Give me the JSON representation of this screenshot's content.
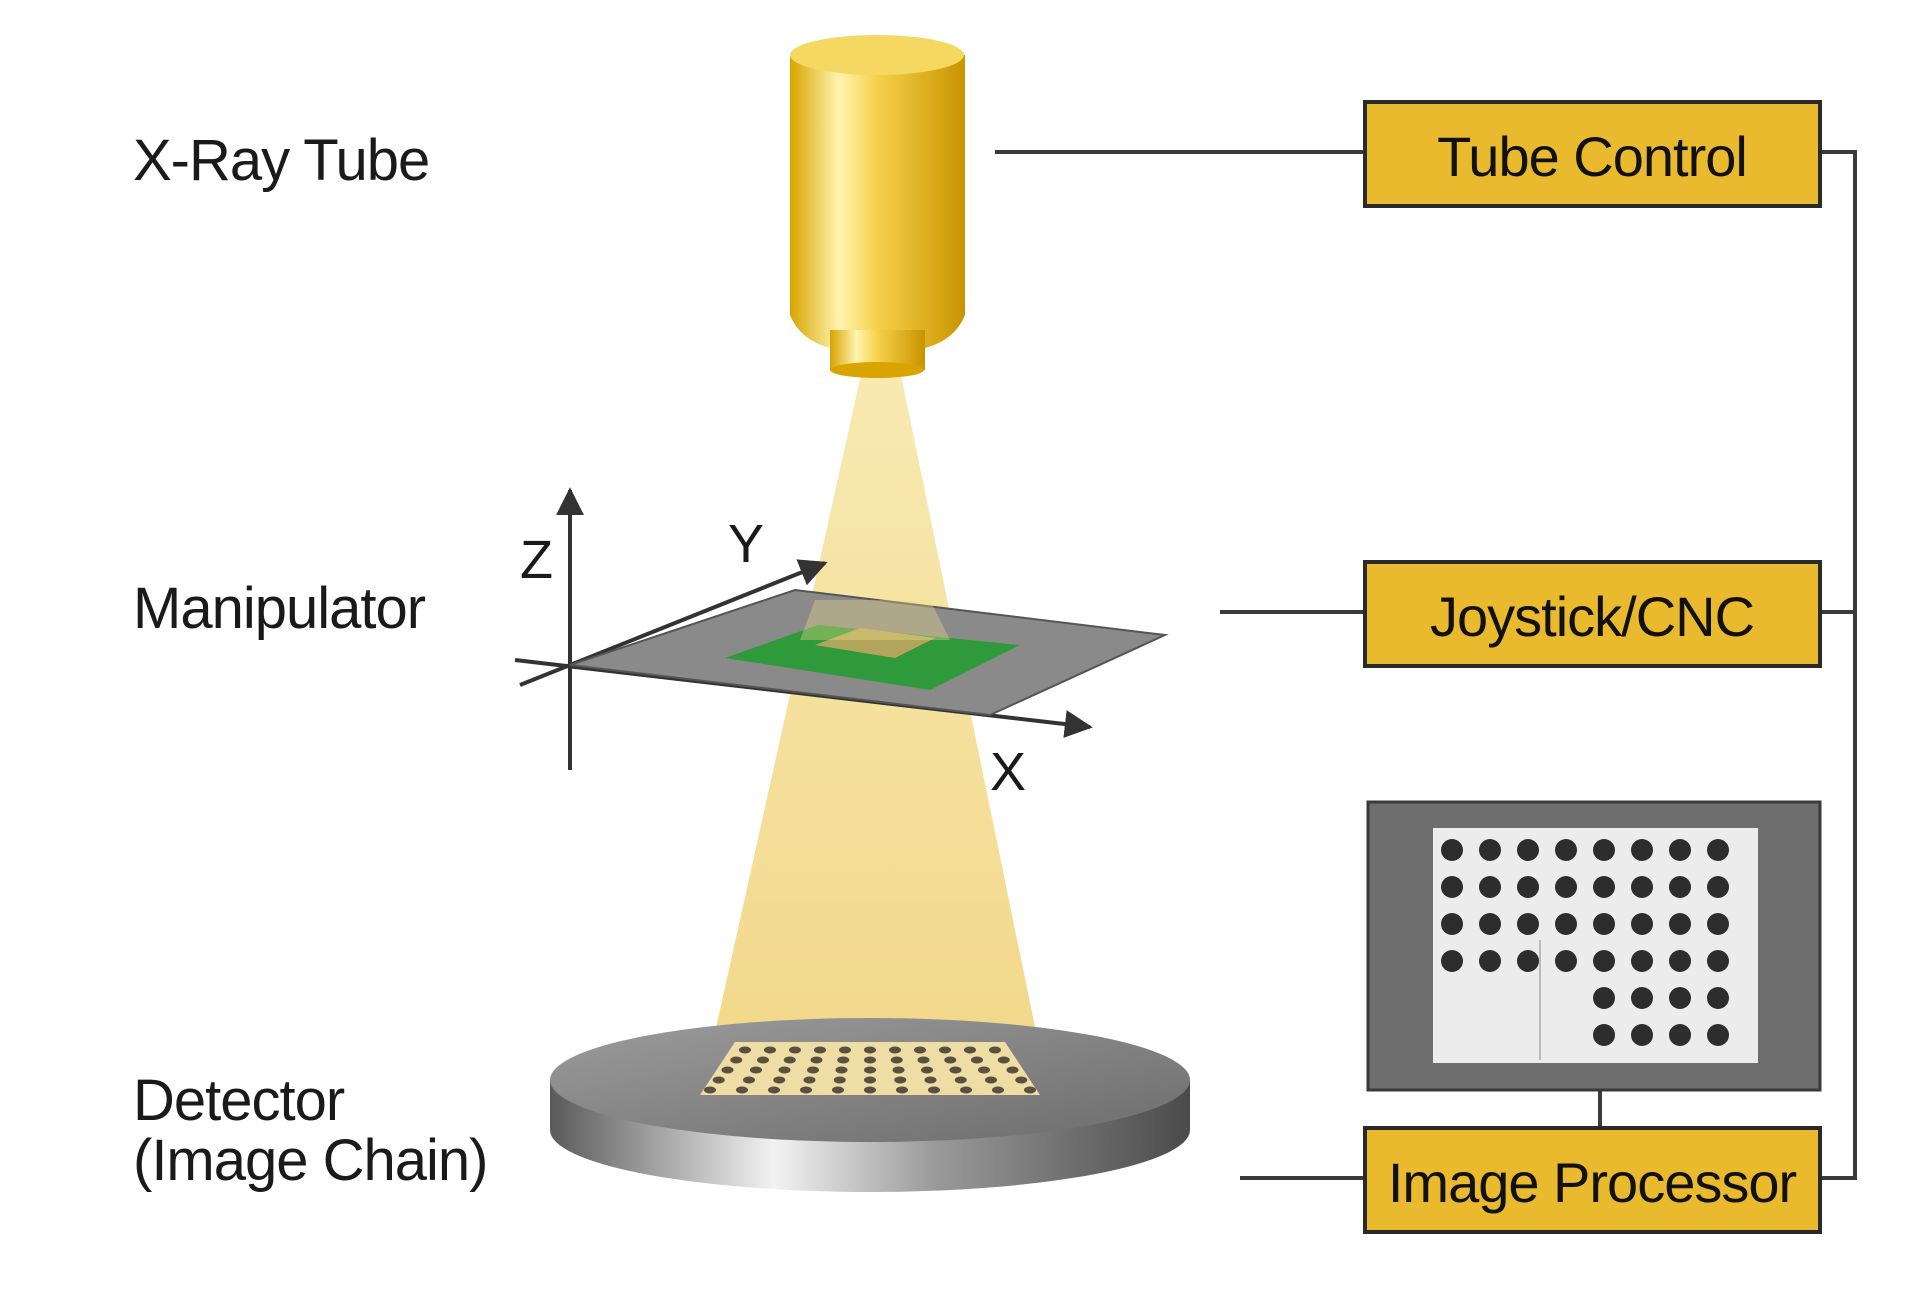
{
  "labels": {
    "tube": "X-Ray Tube",
    "manipulator": "Manipulator",
    "detector_line1": "Detector",
    "detector_line2": "(Image Chain)"
  },
  "axes": {
    "z": "Z",
    "y": "Y",
    "x": "X"
  },
  "boxes": {
    "tube_control": "Tube Control",
    "joystick": "Joystick/CNC",
    "image_processor": "Image Processor"
  },
  "colors": {
    "box_fill": "#e9b92e",
    "box_stroke": "#2a2a2a",
    "line": "#3a3a3a",
    "beam": "#f3dc8a",
    "pcb": "#2e9a3c",
    "stage": "#8a8a8a",
    "monitor_frame": "#6e6e6e"
  }
}
